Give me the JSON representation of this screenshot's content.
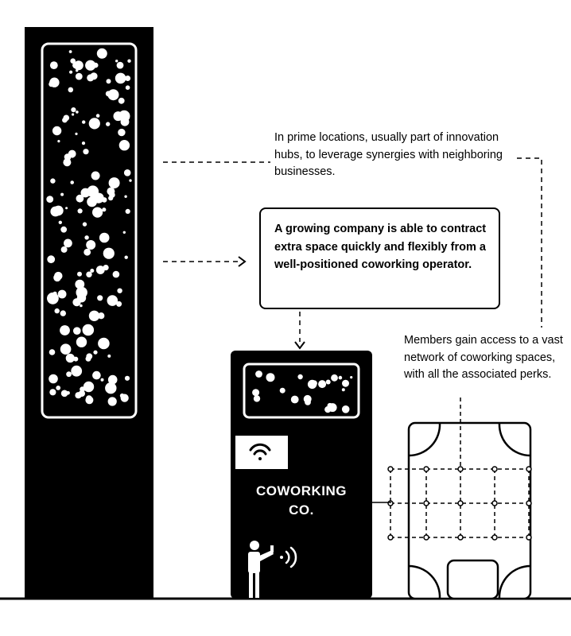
{
  "captions": {
    "locations": "In prime locations, usually part of innovation hubs, to leverage synergies with neighboring businesses.",
    "growing_company": "A growing company is able to contract extra space quickly and flexibly from a well-positioned coworking operator.",
    "members": "Members gain access to a vast network of coworking spaces, with all the associated perks."
  },
  "coworking_building": {
    "name": "COWORKING\nCO."
  },
  "icons": {
    "wifi": "wifi-icon",
    "person": "person-phone-icon",
    "signal": "signal-waves-icon"
  },
  "colors": {
    "ink": "#000000",
    "paper": "#ffffff"
  }
}
